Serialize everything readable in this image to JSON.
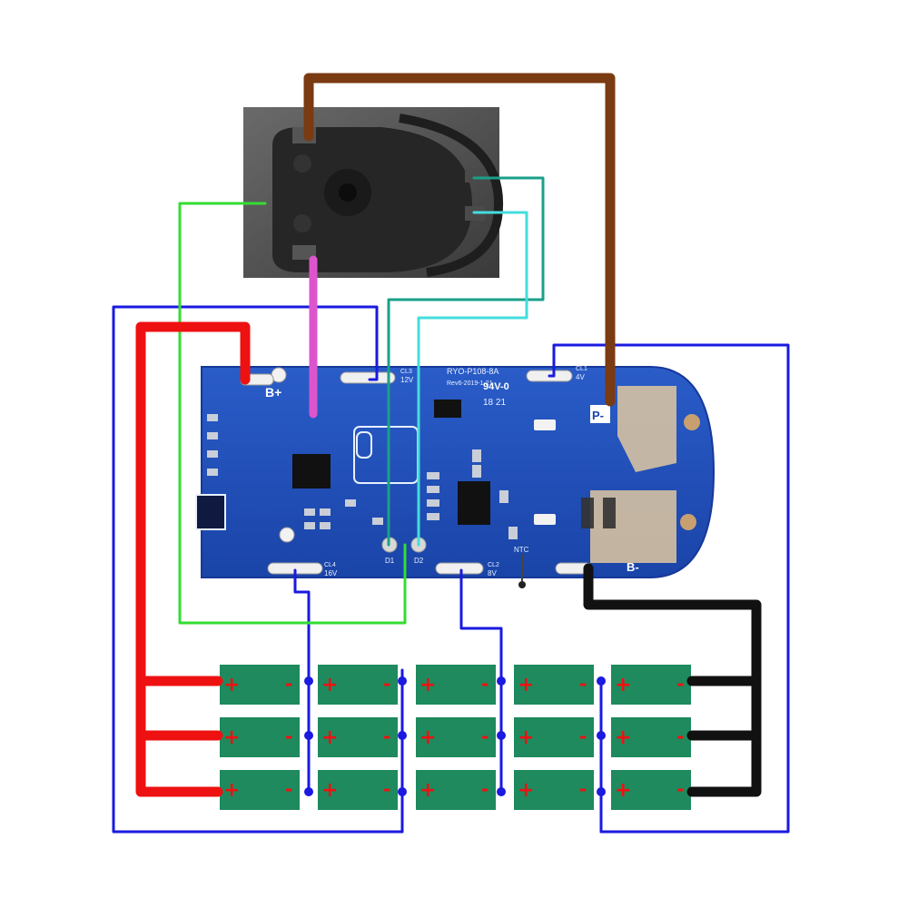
{
  "board": {
    "model": "RYO-P108-8A",
    "revision": "Rev6-2019-1-21",
    "rating": "94V-0",
    "date_code": "18 21",
    "b_plus_label": "B+",
    "b_minus_label": "B-",
    "p_minus_label": "P-",
    "ntc_label": "NTC",
    "cl_16v": {
      "name": "CL4",
      "voltage": "16V"
    },
    "cl_12v": {
      "name": "CL3",
      "voltage": "12V"
    },
    "cl_8v": {
      "name": "CL2",
      "voltage": "8V"
    },
    "cl_4v": {
      "name": "CL1",
      "voltage": "4V"
    },
    "pad_d1": "D1",
    "pad_d2": "D2"
  },
  "cell_labels": {
    "positive": "+",
    "negative": "-"
  },
  "colors": {
    "brown": "#7a3a12",
    "red": "#ee1111",
    "black": "#111111",
    "blue": "#1a1ae0",
    "green": "#33dd33",
    "pink": "#dd55cc",
    "teal": "#1aa088",
    "cyan": "#44dddd",
    "pcb": "#1f4fb8",
    "cell": "#1e8a5e"
  }
}
